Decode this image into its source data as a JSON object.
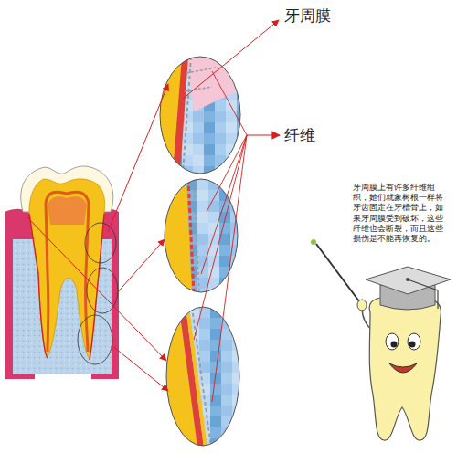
{
  "diagram": {
    "labels": [
      "牙周膜",
      "纤维",
      "牙周膜上有许多纤维组织，她们就象树根一样将牙齿固定在牙槽骨上，如果牙周膜受到破坏，这些纤维也会断裂，而且这些损伤是不能再恢复的。"
    ]
  }
}
